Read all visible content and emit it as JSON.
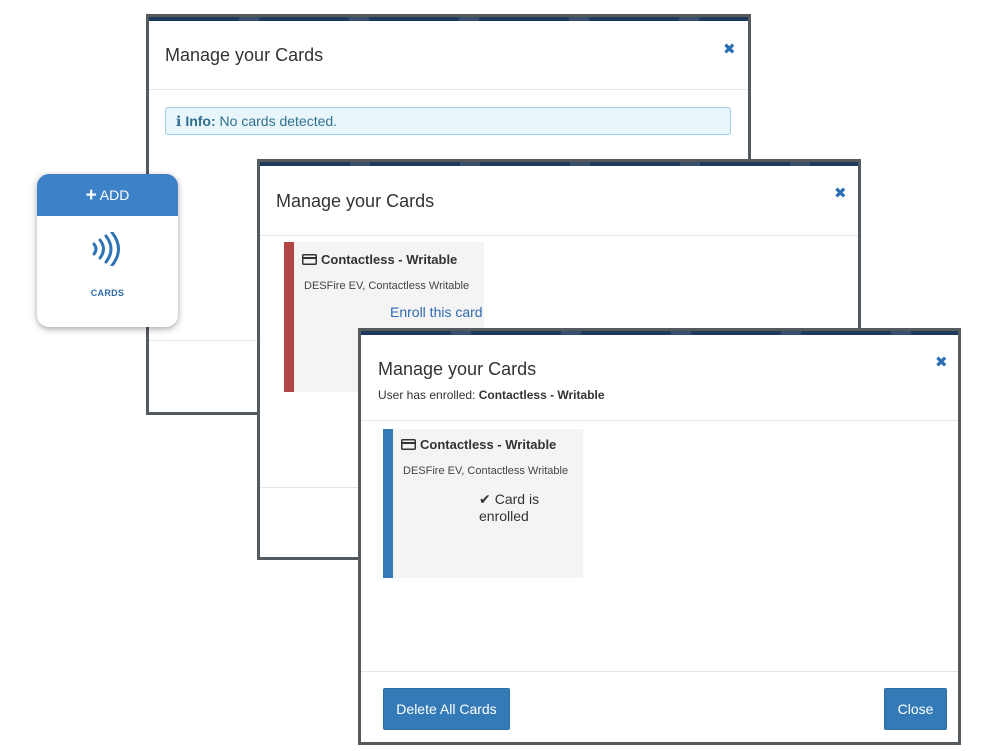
{
  "modal_title": "Manage your Cards",
  "close_glyph": "✖",
  "info_alert": {
    "icon": "ℹ",
    "label": "Info:",
    "message": "No cards detected."
  },
  "add_tile": {
    "plus": "+",
    "button_label": "ADD",
    "label": "CARDS",
    "icon": "contactless-icon"
  },
  "card": {
    "name": "Contactless - Writable",
    "description": "DESFire EV, Contactless Writable",
    "enroll_link": "Enroll this card",
    "enroll_arrow": "→",
    "enrolled_check": "✔",
    "enrolled_status": "Card is enrolled"
  },
  "enrolled_note": {
    "prefix": "User has enrolled: ",
    "card_name": "Contactless - Writable"
  },
  "footer": {
    "delete_all": "Delete All Cards",
    "close": "Close"
  },
  "colors": {
    "primary": "#337ab7",
    "unenrolled_stripe": "#b24545",
    "info_text": "#31708f"
  }
}
